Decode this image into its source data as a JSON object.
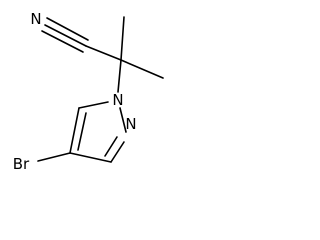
{
  "molecule": {
    "atoms": {
      "nitrile_n": "N",
      "ring_n1": "N",
      "ring_n2": "N",
      "bromine": "Br"
    }
  }
}
